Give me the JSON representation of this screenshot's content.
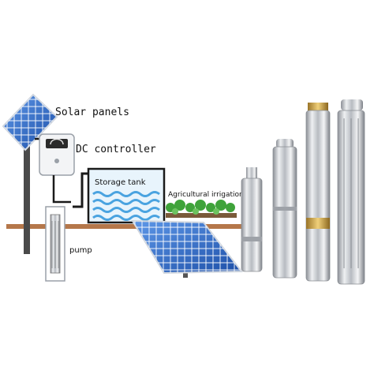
{
  "labels": {
    "solar_panels": "Solar panels",
    "dc_controller": "DC controller",
    "storage_tank": "Storage tank",
    "agricultural_irrigation": "Agricultural irrigation",
    "pump": "pump"
  },
  "colors": {
    "panel_blue": "#2f6fd0",
    "pipe": "#1a1a1a",
    "ground": "#b5774a",
    "water": "#4aa3e0",
    "steel": "#c9ccd1",
    "brass": "#c9a24a"
  },
  "icons": [
    "solar-panel-icon",
    "controller-icon",
    "tank-icon",
    "plant-icon",
    "pump-icon"
  ]
}
